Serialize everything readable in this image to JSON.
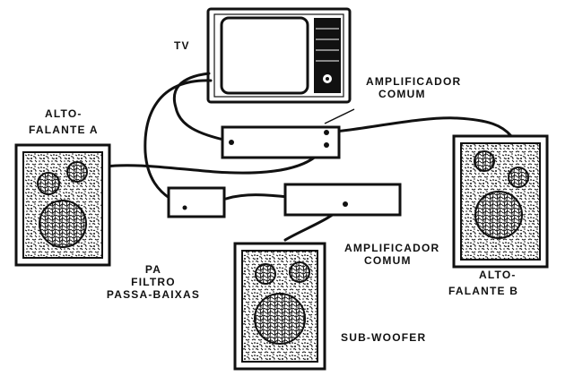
{
  "labels": {
    "tv": "TV",
    "amp1_line1": "AMPLIFICADOR",
    "amp1_line2": "COMUM",
    "spk_a_line1": "ALTO-",
    "spk_a_line2": "FALANTE A",
    "amp2_line1": "AMPLIFICADOR",
    "amp2_line2": "COMUM",
    "filter_line1": "PA",
    "filter_line2": "FILTRO",
    "filter_line3": "PASSA-BAIXAS",
    "spk_b_line1": "ALTO-",
    "spk_b_line2": "FALANTE B",
    "subwoofer": "SUB-WOOFER"
  },
  "colors": {
    "ink": "#111111",
    "paper": "#ffffff"
  }
}
